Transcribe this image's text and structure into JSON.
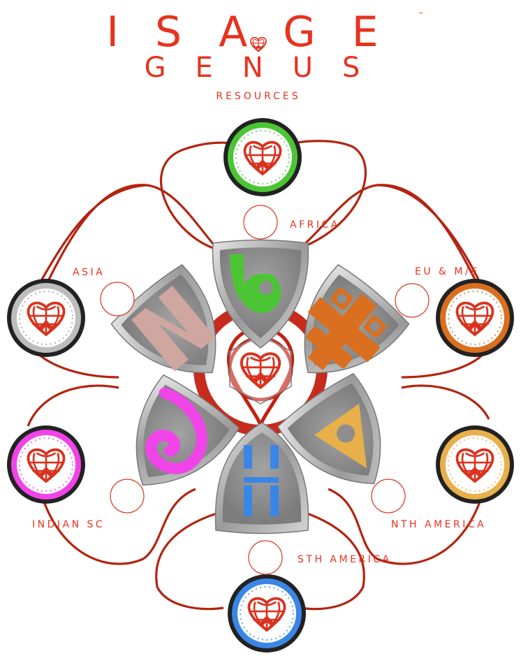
{
  "header": {
    "brand": "ISAGE",
    "trademark": "™",
    "subtitle": "GENUS",
    "section": "RESOURCES"
  },
  "regions": {
    "africa": {
      "label": "AFRICA",
      "color": "#4cc535"
    },
    "eu_me": {
      "label": "EU & M/E",
      "color": "#d96f1f"
    },
    "nth_america": {
      "label": "NTH AMERICA",
      "color": "#e8b04a"
    },
    "sth_america": {
      "label": "STH AMERICA",
      "color": "#3a86e6"
    },
    "indian_sc": {
      "label": "INDIAN SC",
      "color": "#f044e8"
    },
    "asia": {
      "label": "ASIA",
      "color": "#cfa6a0"
    }
  },
  "icons": {
    "emblem": "heart-globe-icon",
    "shield": "shield-icon",
    "slot": "empty-circle-icon"
  },
  "colors": {
    "accent": "#e8321e",
    "network": "#b32410",
    "shield_face": "#8e8e8e",
    "shield_rim": "#c9c9c9"
  }
}
